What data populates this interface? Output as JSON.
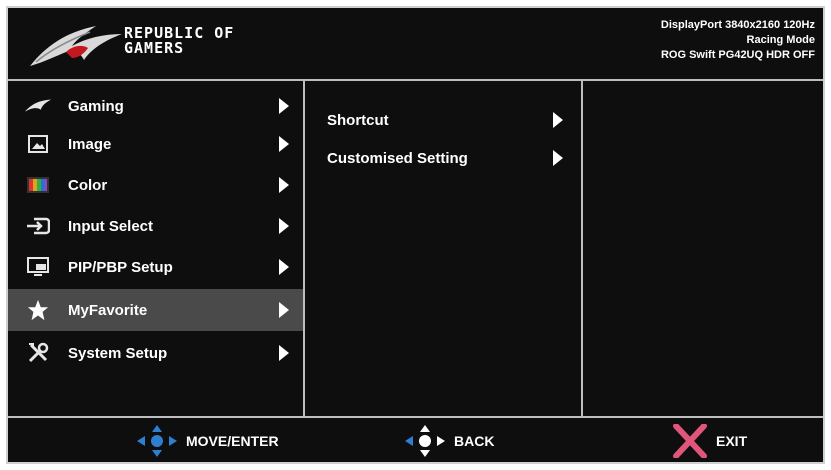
{
  "header": {
    "brand_line1": "REPUBLIC OF",
    "brand_line2": "GAMERS",
    "status_line1": "DisplayPort 3840x2160 120Hz",
    "status_line2": "Racing Mode",
    "status_line3": "ROG Swift PG42UQ HDR OFF"
  },
  "main_menu": {
    "items": [
      {
        "label": "Gaming",
        "icon": "rog-eye-icon"
      },
      {
        "label": "Image",
        "icon": "image-icon"
      },
      {
        "label": "Color",
        "icon": "color-bars-icon"
      },
      {
        "label": "Input Select",
        "icon": "input-icon"
      },
      {
        "label": "PIP/PBP Setup",
        "icon": "pip-icon"
      },
      {
        "label": "MyFavorite",
        "icon": "star-icon",
        "selected": true
      },
      {
        "label": "System Setup",
        "icon": "tools-icon"
      }
    ]
  },
  "sub_menu": {
    "items": [
      {
        "label": "Shortcut"
      },
      {
        "label": "Customised Setting"
      }
    ]
  },
  "footer": {
    "move_label": "MOVE/ENTER",
    "back_label": "BACK",
    "exit_label": "EXIT"
  },
  "colors": {
    "accent_blue": "#2f7fd0",
    "exit_pink": "#e0567a",
    "selected_bg": "#4a4a4a"
  }
}
